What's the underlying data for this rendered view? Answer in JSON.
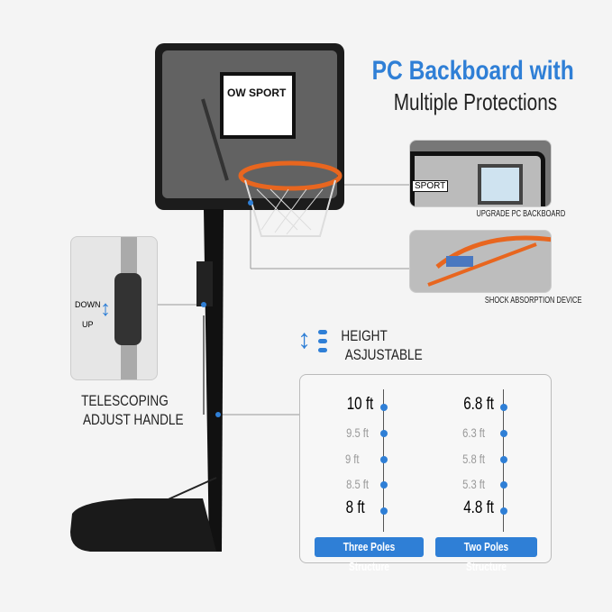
{
  "headline": {
    "line1": "PC Backboard with",
    "line2": "Multiple Protections"
  },
  "brand_logo": "OW SPORT",
  "insets": [
    {
      "caption": "UPGRADE PC BACKBOARD",
      "logo": "SPORT"
    },
    {
      "caption": "SHOCK ABSORPTION DEVICE"
    }
  ],
  "handle": {
    "down": "DOWN",
    "up": "UP",
    "caption_line1": "TELESCOPING",
    "caption_line2": "ADJUST HANDLE"
  },
  "height": {
    "line1": "HEIGHT",
    "line2": "ASJUSTABLE"
  },
  "structures": [
    {
      "label": "Three Poles Structure",
      "heights": [
        "10 ft",
        "9.5 ft",
        "9 ft",
        "8.5 ft",
        "8 ft"
      ]
    },
    {
      "label": "Two Poles Structure",
      "heights": [
        "6.8 ft",
        "6.3 ft",
        "5.8 ft",
        "5.3 ft",
        "4.8 ft"
      ]
    }
  ],
  "colors": {
    "accent": "#2f7fd6",
    "rim": "#e8661f"
  }
}
